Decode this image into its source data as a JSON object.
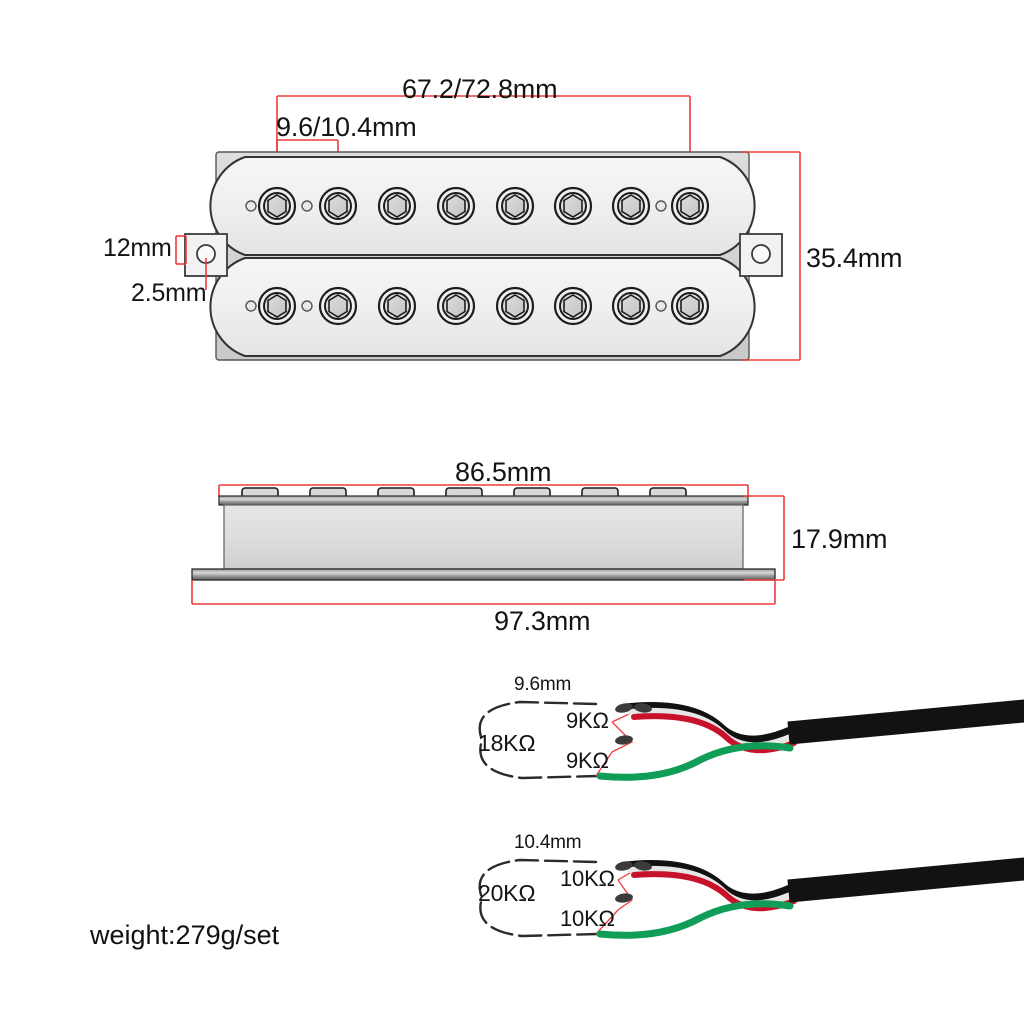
{
  "diagram": {
    "title": "Guitar humbucker pickup technical dimension diagram",
    "colors": {
      "dimension_line": "#ef3b3b",
      "body_outline": "#3a3a3a",
      "body_fill": "#efefef",
      "bezel_fill": "#d6d6d6",
      "pole_fill": "#d0d0d0",
      "wire_black": "#101010",
      "wire_white": "#e8e8e8",
      "wire_red": "#c8112a",
      "wire_green": "#0f9d58",
      "cable_jacket": "#121212"
    }
  },
  "top_view": {
    "name": "top-view",
    "pole_piece_count_per_row": 8,
    "row_count": 2,
    "dimensions": {
      "pole_spacing": "9.6/10.4mm",
      "string_spread": "67.2/72.8mm",
      "mounting_tab_width": "12mm",
      "mounting_hole_diameter": "2.5mm",
      "body_height": "35.4mm"
    }
  },
  "side_view": {
    "name": "side-view",
    "visible_pole_tops": 7,
    "dimensions": {
      "cover_length": "86.5mm",
      "body_depth": "17.9mm",
      "baseplate_length": "97.3mm"
    }
  },
  "wiring_diagrams": [
    {
      "name": "coil-9k",
      "spacing_label": "9.6mm",
      "total_resistance": "18KΩ",
      "coil_top_resistance": "9KΩ",
      "coil_bottom_resistance": "9KΩ",
      "wire_colors": [
        "black",
        "white",
        "red",
        "green"
      ]
    },
    {
      "name": "coil-10k",
      "spacing_label": "10.4mm",
      "total_resistance": "20KΩ",
      "coil_top_resistance": "10KΩ",
      "coil_bottom_resistance": "10KΩ",
      "wire_colors": [
        "black",
        "white",
        "red",
        "green"
      ]
    }
  ],
  "footer": {
    "weight": "weight:279g/set"
  }
}
